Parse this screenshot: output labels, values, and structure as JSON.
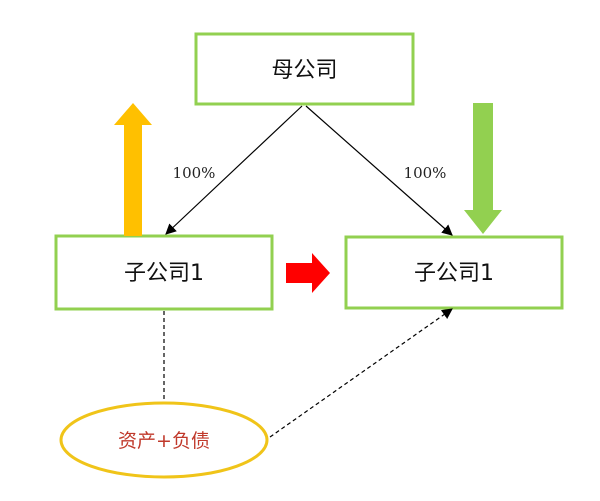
{
  "diagram": {
    "parent_box": {
      "label": "母公司"
    },
    "left_child_box": {
      "label": "子公司1"
    },
    "right_child_box": {
      "label": "子公司1"
    },
    "left_edge": {
      "label": "100%"
    },
    "right_edge": {
      "label": "100%"
    },
    "assets_ellipse": {
      "label": "资产+负债"
    }
  },
  "colors": {
    "box_border": "#92d050",
    "yellow_arrow": "#ffc000",
    "green_arrow": "#92d050",
    "red_arrow": "#ff0000",
    "ellipse_border": "#f0c419",
    "ellipse_text": "#c0392b",
    "connector": "#000000"
  }
}
